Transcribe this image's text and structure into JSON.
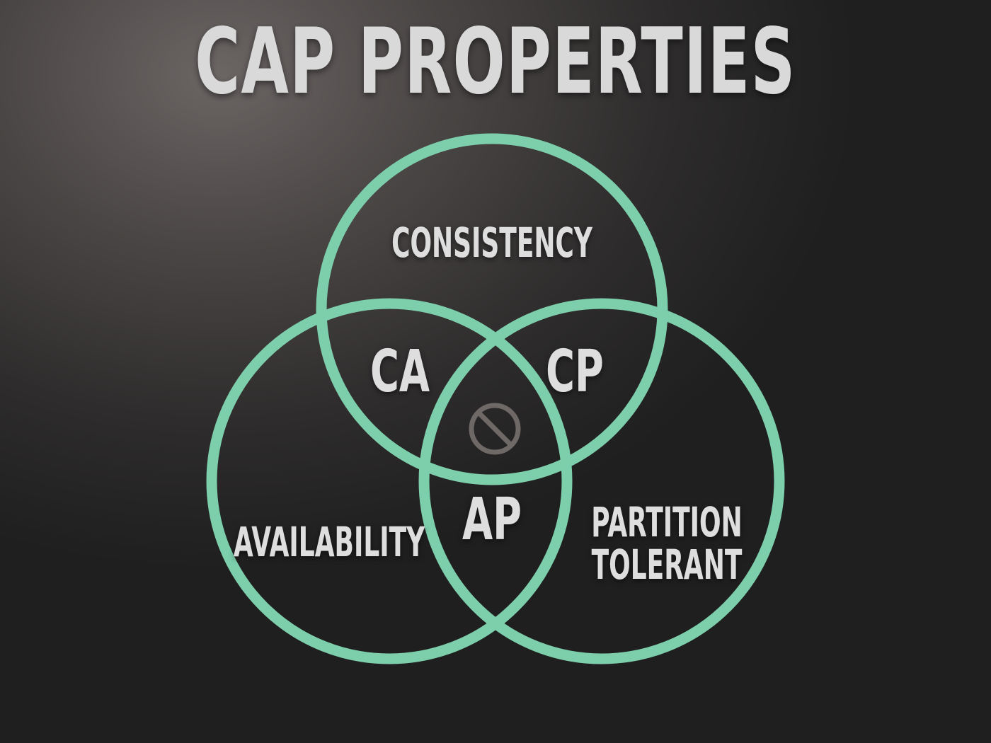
{
  "title": "CAP PROPERTIES",
  "sets": {
    "consistency": "CONSISTENCY",
    "availability": "AVAILABILITY",
    "partition_line1": "PARTITION",
    "partition_line2": "TOLERANT"
  },
  "intersections": {
    "ca": "CA",
    "cp": "CP",
    "ap": "AP"
  },
  "center_icon": "prohibited-icon",
  "colors": {
    "circle_stroke": "#7dcfac",
    "text": "#dedede",
    "icon": "#6e6867"
  }
}
